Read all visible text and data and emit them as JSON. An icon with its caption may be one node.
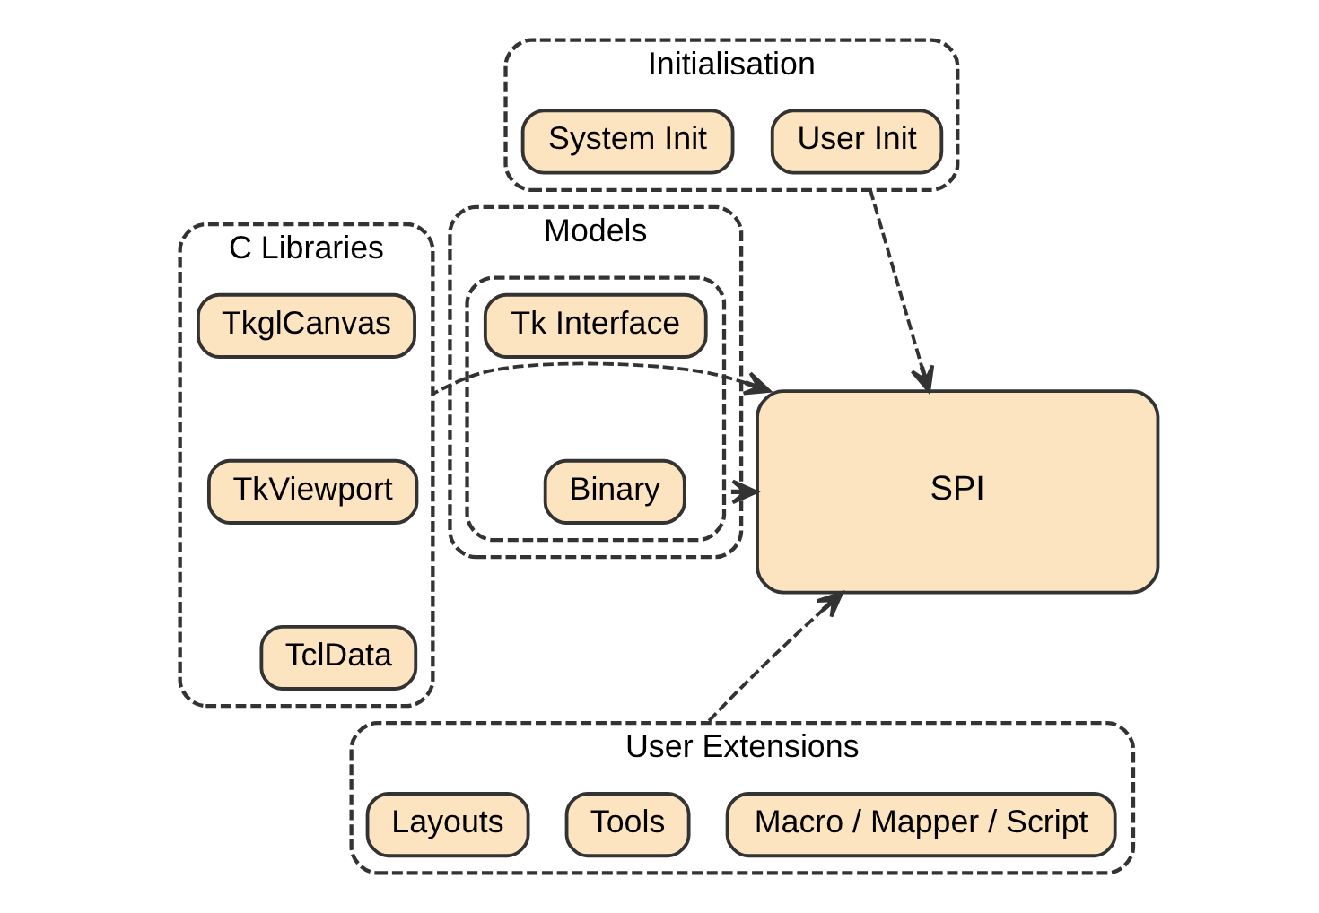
{
  "diagram": {
    "nodes": [
      {
        "text": [
          "Initialisation"
        ]
      },
      {
        "text": [
          "System Init"
        ],
        "in": 0
      },
      {
        "text": [
          "User Init"
        ],
        "in": 0
      },
      {
        "text": [
          "SPI"
        ]
      },
      {
        "text": [
          "Models"
        ]
      },
      {
        "text": [],
        "shape": "box",
        "in": 4
      },
      {
        "text": [
          "Tk Interface"
        ],
        "in": 5
      },
      {
        "text": [
          "Binary"
        ],
        "in": 5
      },
      {
        "text": [
          "C Libraries"
        ]
      },
      {
        "text": [
          "TkglCanvas"
        ],
        "in": 8
      },
      {
        "text": [
          "TkViewport"
        ],
        "in": 8
      },
      {
        "text": [
          "TclData"
        ],
        "in": 8
      },
      {
        "text": [
          "User Extensions"
        ]
      },
      {
        "text": [
          "Layouts"
        ],
        "in": 12
      },
      {
        "text": [
          "Tools"
        ],
        "in": 12
      },
      {
        "text": [
          "Macro / Mapper / Script"
        ],
        "in": 12
      }
    ],
    "edges": [
      {
        "from": 0,
        "to": 3,
        "arrow": "to",
        "style": "dashed"
      },
      {
        "from": 4,
        "to": 3,
        "arrow": "to",
        "style": "dashed"
      },
      {
        "from": 8,
        "to": 3,
        "arrow": "to",
        "style": "dashed"
      },
      {
        "from": 12,
        "to": 3,
        "arrow": "to",
        "style": "dashed"
      }
    ]
  }
}
